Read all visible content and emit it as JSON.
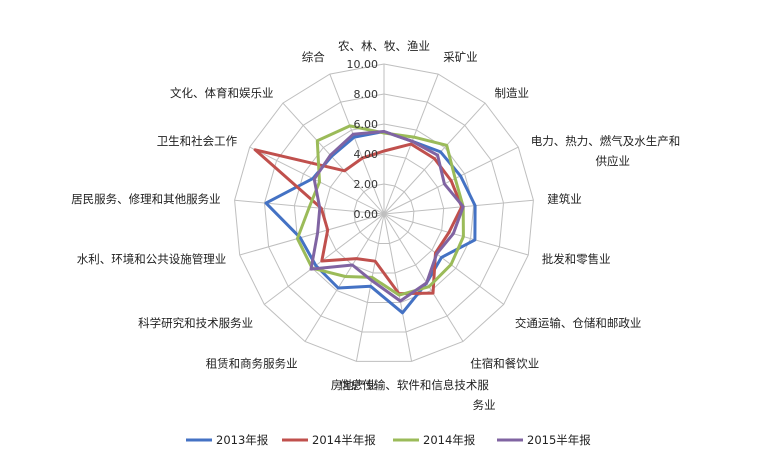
{
  "chart_data": {
    "type": "radar",
    "r_range": [
      0,
      10
    ],
    "r_ticks": [
      "0.00",
      "2.00",
      "4.00",
      "6.00",
      "8.00",
      "10.00"
    ],
    "grid": true,
    "legend_position": "bottom",
    "categories": [
      "农、林、牧、渔业",
      "采矿业",
      "制造业",
      "电力、热力、燃气及水生产和供应业",
      "建筑业",
      "批发和零售业",
      "交通运输、仓储和邮政业",
      "住宿和餐饮业",
      "信息传输、软件和信息技术服务业",
      "房地产业",
      "租赁和商务服务业",
      "科学研究和技术服务业",
      "水利、环境和公共设施管理业",
      "居民服务、修理和其他服务业",
      "卫生和社会工作",
      "文化、体育和娱乐业",
      "综合"
    ],
    "series": [
      {
        "name": "2013年报",
        "color": "#4472C4",
        "values": [
          5.5,
          5.2,
          5.6,
          5.7,
          6.1,
          6.3,
          4.8,
          5.4,
          6.7,
          4.9,
          5.8,
          5.7,
          5.8,
          7.9,
          5.3,
          5.2,
          5.5
        ]
      },
      {
        "name": "2014半年报",
        "color": "#C0504D",
        "values": [
          4.2,
          5.0,
          5.0,
          5.0,
          5.2,
          4.5,
          4.3,
          6.2,
          5.4,
          3.2,
          3.5,
          5.2,
          3.9,
          4.2,
          9.6,
          3.9,
          4.0
        ]
      },
      {
        "name": "2014年报",
        "color": "#9BBB59",
        "values": [
          5.4,
          5.5,
          6.2,
          5.3,
          5.3,
          5.5,
          5.6,
          5.7,
          5.5,
          4.3,
          4.9,
          6.0,
          6.0,
          5.0,
          4.8,
          6.6,
          6.3
        ]
      },
      {
        "name": "2015半年报",
        "color": "#8064A2",
        "values": [
          5.5,
          5.2,
          5.3,
          4.5,
          5.3,
          4.8,
          4.4,
          5.4,
          5.9,
          4.5,
          4.0,
          6.1,
          4.6,
          4.3,
          5.2,
          5.3,
          5.7
        ]
      }
    ]
  }
}
